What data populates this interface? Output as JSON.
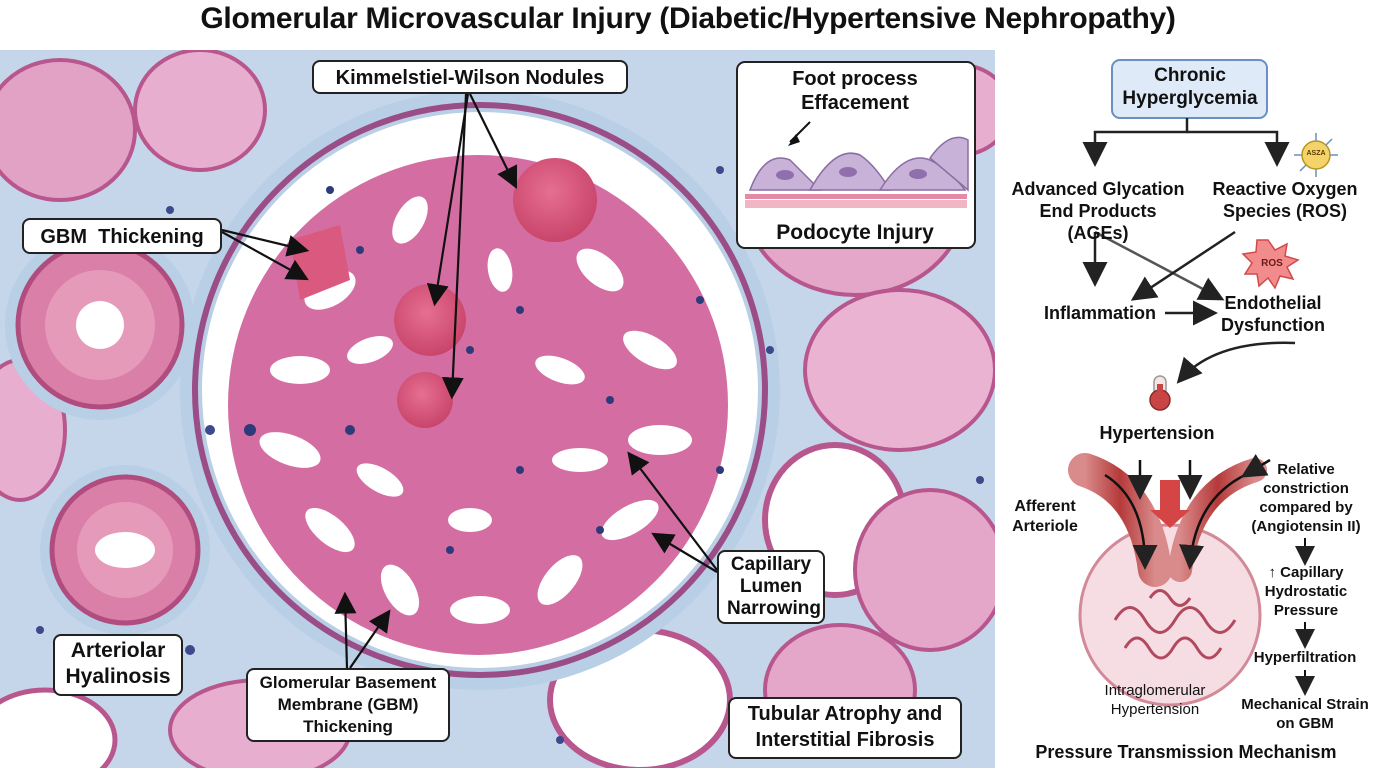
{
  "title": "Glomerular Microvascular Injury (Diabetic/Hypertensive Nephropathy)",
  "histology": {
    "kw_nodules": "Kimmelstiel-Wilson Nodules",
    "gbm_thickening": "GBM  Thickening",
    "arteriolar_hyalinosis": "Arteriolar Hyalinosis",
    "gbm_full": "Glomerular Basement Membrane (GBM) Thickening",
    "capillary_narrowing": "Capillary Lumen Narrowing",
    "tubular_atrophy": "Tubular Atrophy and Interstitial Fibrosis"
  },
  "podocyte_inset": {
    "foot_process": "Foot process Effacement",
    "caption": "Podocyte Injury"
  },
  "pathway": {
    "chronic_hyperglycemia": "Chronic Hyperglycemia",
    "ages": "Advanced Glycation End Products (AGEs)",
    "ros": "Reactive Oxygen Species (ROS)",
    "ros_burst": "ROS",
    "molecule_icon": "ASZA",
    "inflammation": "Inflammation",
    "endothelial_dysfunction": "Endothelial Dysfunction",
    "hypertension": "Hypertension",
    "afferent_arteriole": "Afferent Arteriole",
    "relative_constriction": "Relative constriction compared by (Angiotensin II)",
    "capillary_pressure": "↑ Capillary Hydrostatic Pressure",
    "hyperfiltration": "Hyperfiltration",
    "mechanical_strain": "Mechanical Strain on GBM",
    "intraglomerular_htn": "Intraglomerular Hypertension",
    "mechanism_title": "Pressure Transmission Mechanism"
  },
  "colors": {
    "tissue_pink": "#e8a6c9",
    "tissue_magenta": "#c9447f",
    "stroma_blue": "#b9cfe6",
    "nucleus": "#2e3a7a",
    "box_fill": "#dfeaf8",
    "box_border": "#6a8fc0",
    "arteriole_red": "#c94545"
  }
}
